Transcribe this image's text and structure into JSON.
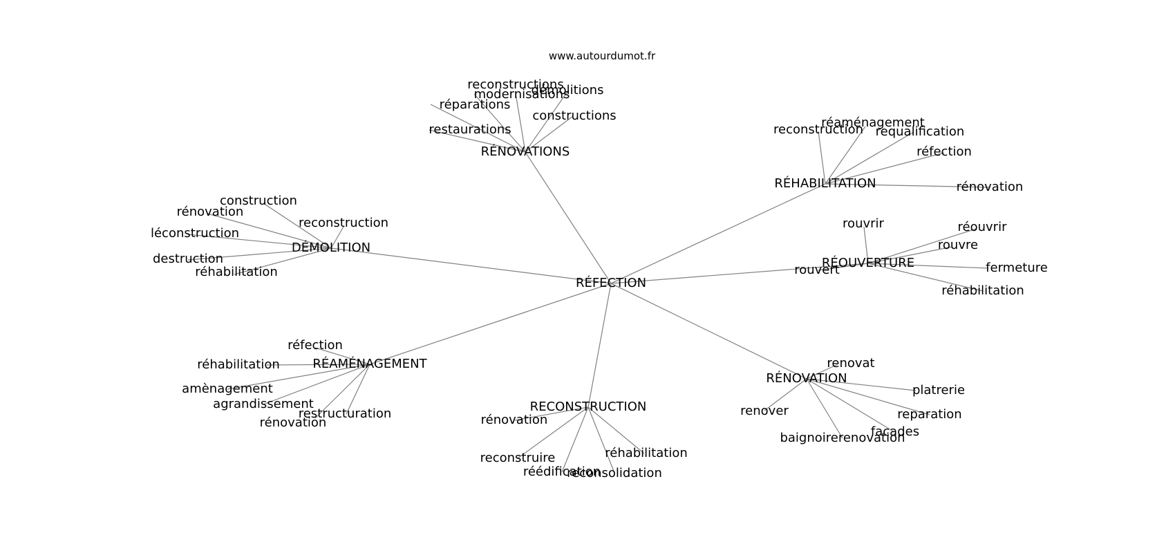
{
  "site": "www.autourdumot.fr",
  "center": "RÉFECTION",
  "hubs": [
    {
      "id": "renovations",
      "label": "RÉNOVATIONS",
      "leaves": [
        "reconstructions",
        "modernisations",
        "démolitions",
        "réparations",
        "constructions",
        "restaurations"
      ]
    },
    {
      "id": "rehabilitation",
      "label": "RÉHABILITATION",
      "leaves": [
        "réaménagement",
        "reconstruction",
        "requalification",
        "réfection",
        "rénovation"
      ]
    },
    {
      "id": "demolition",
      "label": "DÉMOLITION",
      "leaves": [
        "construction",
        "rénovation",
        "reconstruction",
        "léconstruction",
        "destruction",
        "réhabilitation"
      ]
    },
    {
      "id": "reouverture",
      "label": "RÉOUVERTURE",
      "leaves": [
        "rouvrir",
        "réouvrir",
        "rouvre",
        "fermeture",
        "rouvert",
        "réhabilitation"
      ]
    },
    {
      "id": "reamenagement",
      "label": "RÉAMÉNAGEMENT",
      "leaves": [
        "réfection",
        "réhabilitation",
        "amènagement",
        "agrandissement",
        "restructuration",
        "rénovation"
      ]
    },
    {
      "id": "renovation",
      "label": "RÉNOVATION",
      "leaves": [
        "renovat",
        "platrerie",
        "renover",
        "reparation",
        "facades",
        "baignoirerenovation"
      ]
    },
    {
      "id": "reconstruction",
      "label": "RECONSTRUCTION",
      "leaves": [
        "rénovation",
        "reconstruire",
        "réhabilitation",
        "réédification",
        "reconsolidation"
      ]
    }
  ]
}
